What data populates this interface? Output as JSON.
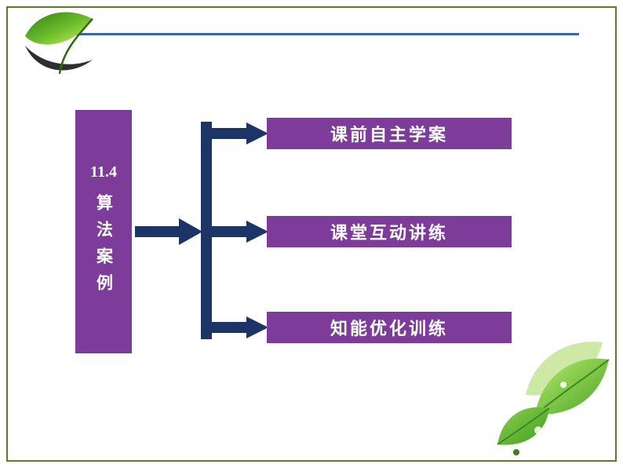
{
  "slide": {
    "chapter_number": "11.4",
    "chapter_title": "算法案例",
    "items": [
      {
        "label": "课前自主学案"
      },
      {
        "label": "课堂互动讲练"
      },
      {
        "label": "知能优化训练"
      }
    ],
    "colors": {
      "node_purple": "#7d3c99",
      "connector_navy": "#1c3566",
      "header_line_blue": "#3a67a9",
      "frame_border_green": "#5e7b2d",
      "leaf_green": "#57b32c"
    }
  }
}
